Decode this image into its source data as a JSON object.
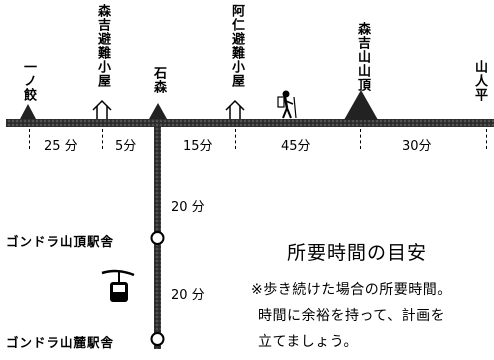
{
  "peaks": {
    "ichinosaka": "一ノ餃",
    "moriyoshi_hut": "森吉避難小屋",
    "ishimori": "石森",
    "ani_hut": "阿仁避難小屋",
    "moriyoshi_summit": "森吉山山頂",
    "yamabitohira": "山人平"
  },
  "ridge_times": {
    "seg1": "25 分",
    "seg2": "5分",
    "seg3": "15分",
    "seg4": "45分",
    "seg5": "30分"
  },
  "gondola": {
    "upper_time": "20 分",
    "lower_time": "20 分",
    "summit_station": "ゴンドラ山頂駅舎",
    "base_station": "ゴンドラ山麓駅舎"
  },
  "legend": {
    "title": "所要時間の目安",
    "note_line1": "※歩き続けた場合の所要時間。",
    "note_line2": "時間に余裕を持って、計画を",
    "note_line3": "立てましょう。"
  }
}
